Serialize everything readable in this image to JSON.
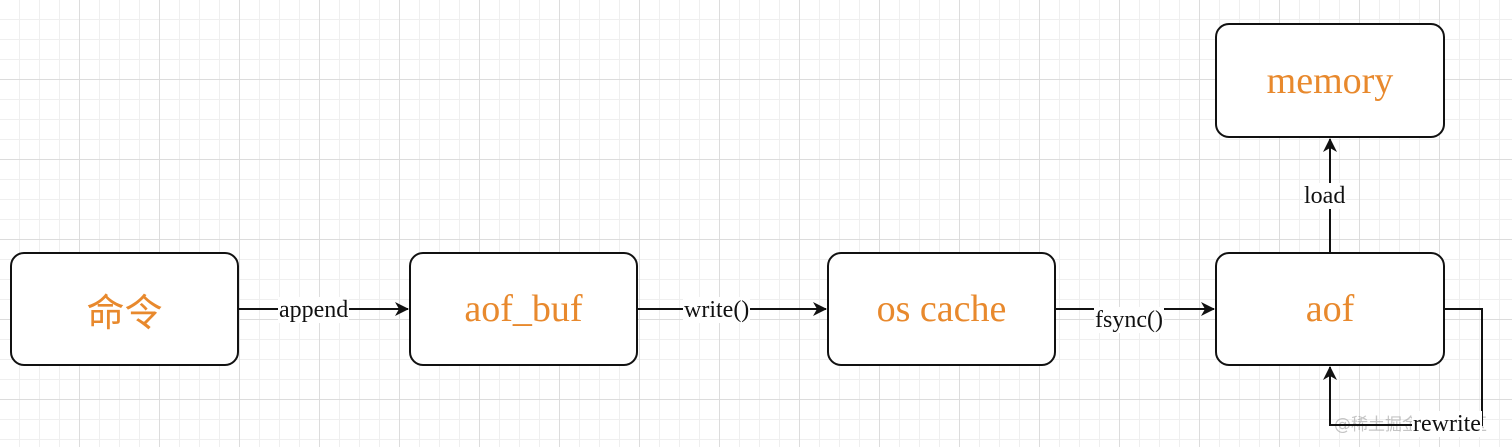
{
  "nodes": {
    "command": "命令",
    "aof_buf": "aof_buf",
    "os_cache": "os cache",
    "aof": "aof",
    "memory": "memory"
  },
  "edges": {
    "append": "append",
    "write": "write()",
    "fsync": "fsync()",
    "load": "load",
    "rewrite": "rewrite"
  },
  "watermark": "@稀土掘金技术社区",
  "colors": {
    "node_text": "#e8892d",
    "stroke": "#111111",
    "grid_major": "#dcdcdc",
    "grid_minor": "#efefef"
  }
}
